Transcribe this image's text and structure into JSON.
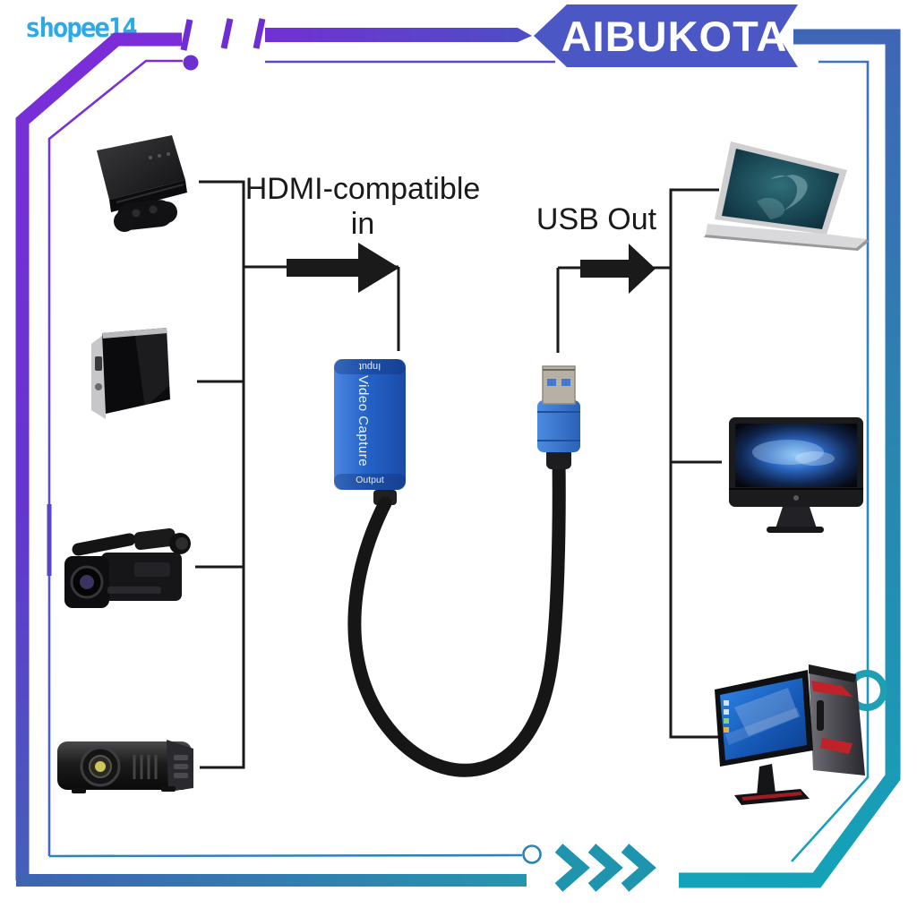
{
  "watermark": {
    "text": "shopee14"
  },
  "banner": {
    "text": "AIBUKOTA"
  },
  "diagram": {
    "input_label_line1": "HDMI-compatible",
    "input_label_line2": "in",
    "output_label": "USB Out"
  },
  "capture_device": {
    "input_label": "Input",
    "name_label": "Video Capture",
    "output_label": "Output"
  },
  "source_device_icons": [
    "game-console-icon",
    "tv-box-icon",
    "camcorder-icon",
    "projector-icon"
  ],
  "output_device_icons": [
    "laptop-icon",
    "desktop-monitor-icon",
    "gaming-pc-icon"
  ],
  "colors": {
    "frame_purple": "#7B2ED8",
    "banner_indigo": "#4A57C4",
    "frame_steel_blue": "#3F66B6",
    "frame_teal": "#17A2B8",
    "watermark_blue": "#2BA9E8",
    "capture_blue": "#2563C8",
    "line_black": "#1A1A1A"
  }
}
